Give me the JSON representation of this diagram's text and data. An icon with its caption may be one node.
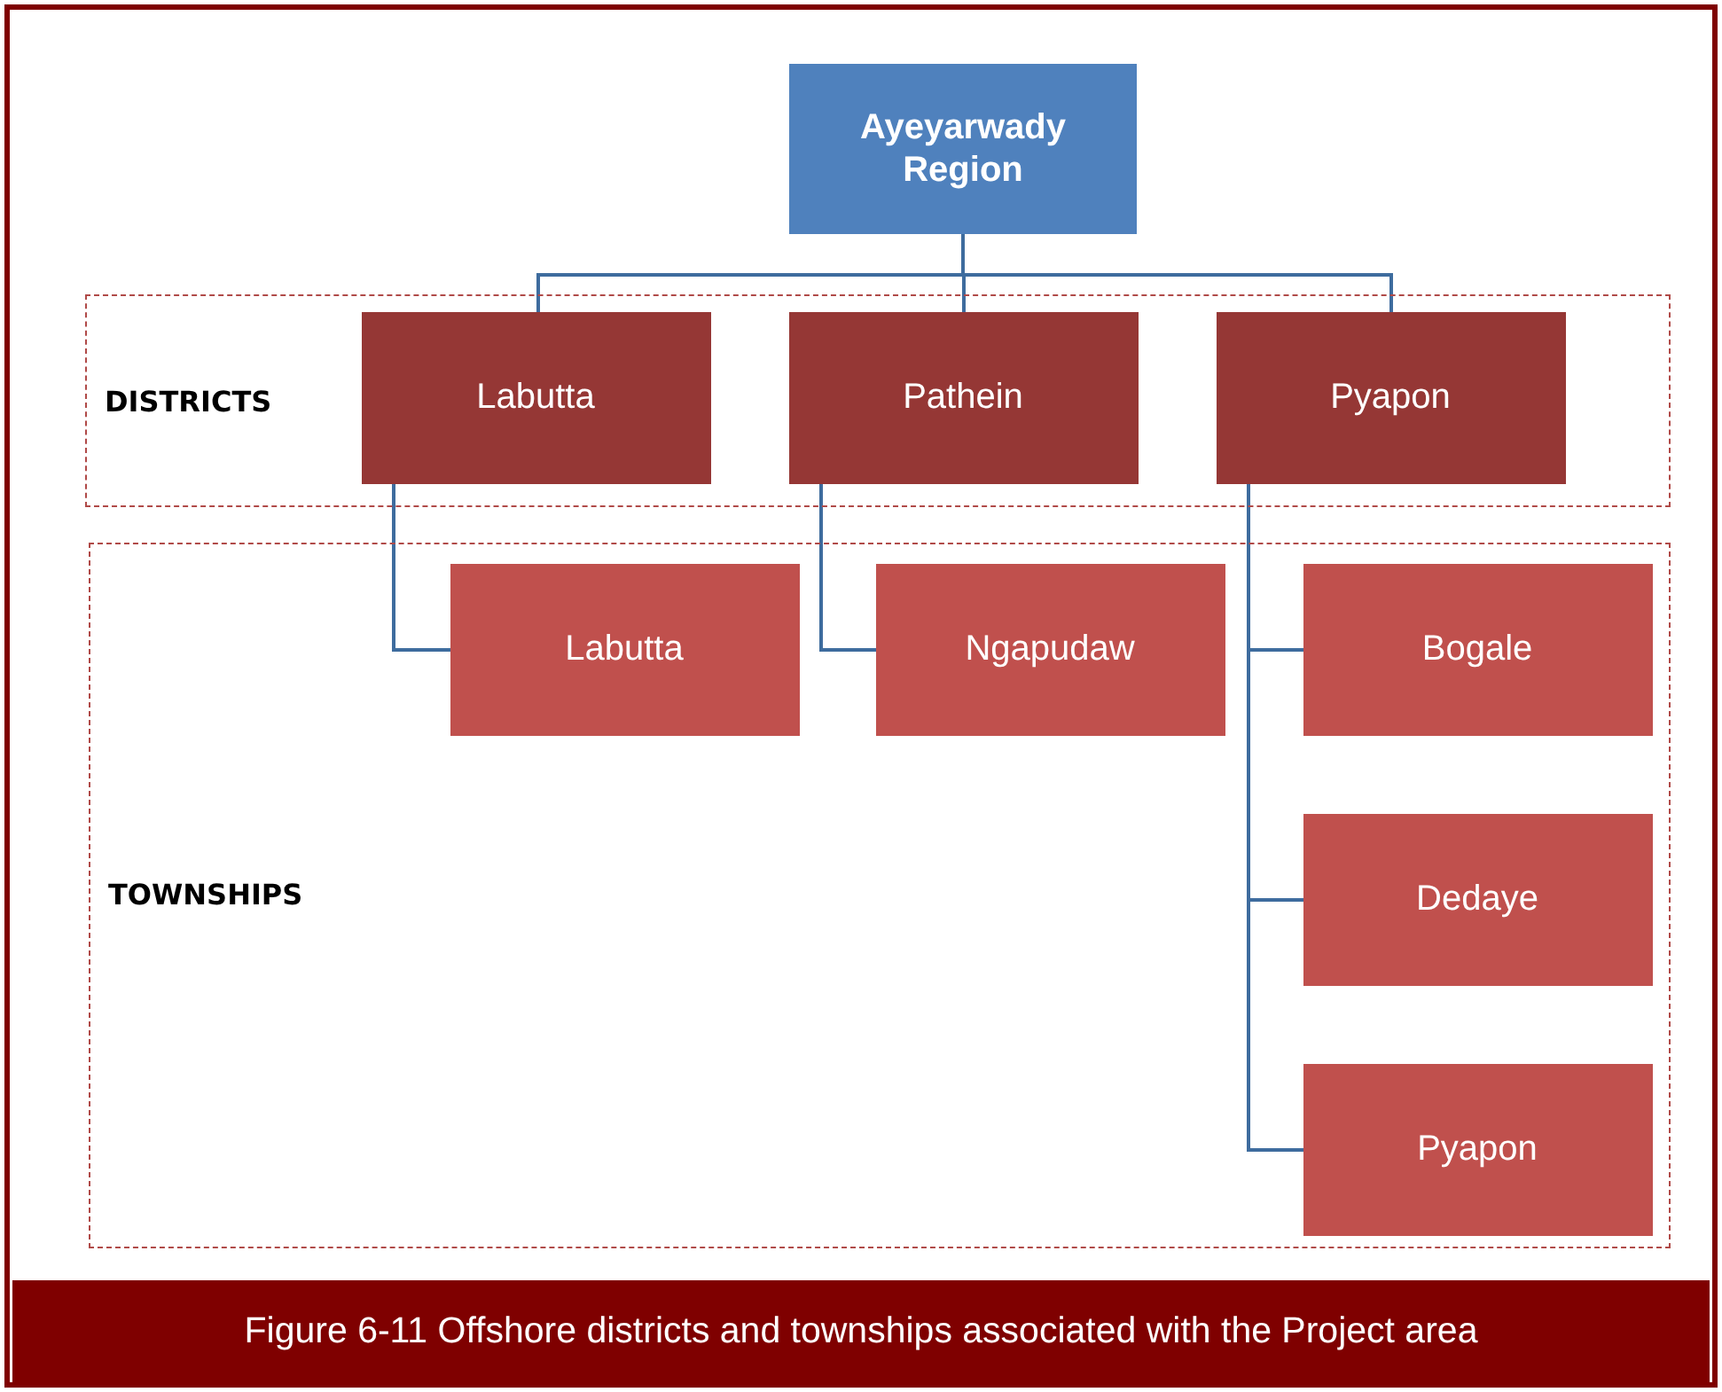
{
  "diagram": {
    "caption": "Figure 6-11 Offshore districts and townships associated with the Project area",
    "nodes": [
      {
        "text": [
          "Ayeyarwady Region"
        ]
      },
      {
        "text": [
          "DISTRICTS"
        ]
      },
      {
        "text": [
          "Labutta"
        ],
        "in": 1
      },
      {
        "text": [
          "Pathein"
        ],
        "in": 1
      },
      {
        "text": [
          "Pyapon"
        ],
        "in": 1
      },
      {
        "text": [
          "TOWNSHIPS"
        ]
      },
      {
        "text": [
          "Labutta"
        ],
        "in": 5
      },
      {
        "text": [
          "Ngapudaw"
        ],
        "in": 5
      },
      {
        "text": [
          "Bogale"
        ],
        "in": 5
      },
      {
        "text": [
          "Dedaye"
        ],
        "in": 5
      },
      {
        "text": [
          "Pyapon"
        ],
        "in": 5
      }
    ],
    "edges": [
      {
        "from": 0,
        "to": 2,
        "arrow": "none"
      },
      {
        "from": 0,
        "to": 3,
        "arrow": "none"
      },
      {
        "from": 0,
        "to": 4,
        "arrow": "none"
      },
      {
        "from": 2,
        "to": 6,
        "arrow": "none"
      },
      {
        "from": 3,
        "to": 7,
        "arrow": "none"
      },
      {
        "from": 4,
        "to": 8,
        "arrow": "none"
      },
      {
        "from": 4,
        "to": 9,
        "arrow": "none"
      },
      {
        "from": 4,
        "to": 10,
        "arrow": "none"
      }
    ]
  }
}
